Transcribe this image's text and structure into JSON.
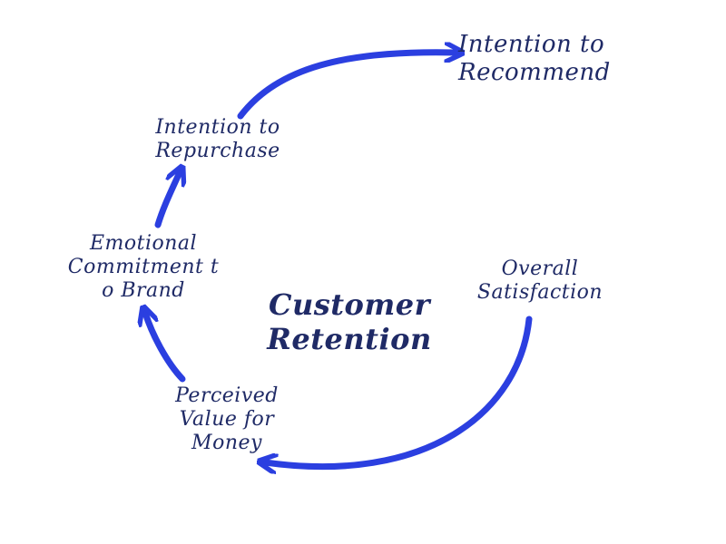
{
  "diagram": {
    "center_label": [
      "Customer",
      "Retention"
    ],
    "nodes": {
      "recommend": [
        "Intention to",
        "Recommend"
      ],
      "repurchase": [
        "Intention to",
        "Repurchase"
      ],
      "emotional": [
        "Emotional",
        "Commitment t",
        "o Brand"
      ],
      "satisfaction": [
        "Overall",
        "Satisfaction"
      ],
      "perceived": [
        "Perceived",
        "Value for",
        "Money"
      ]
    },
    "colors": {
      "arrow": "#2b3fe0",
      "text": "#1f2a66",
      "background": "#ffffff"
    }
  }
}
